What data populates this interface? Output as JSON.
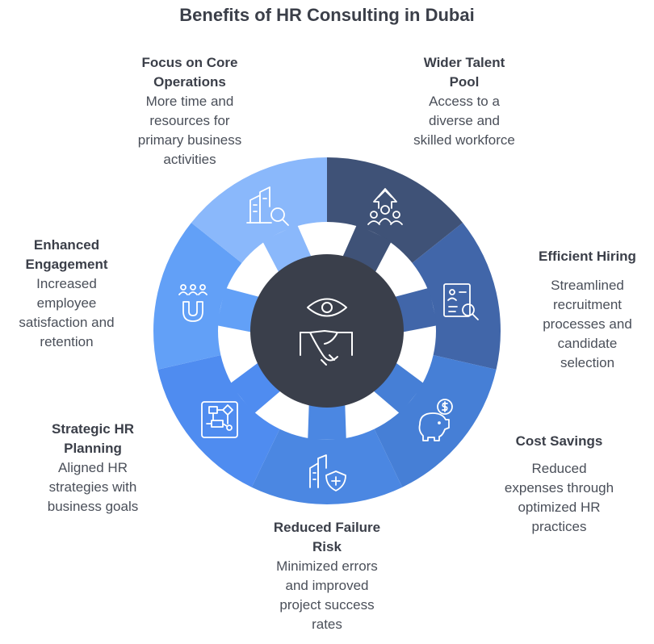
{
  "title": "Benefits of HR Consulting in Dubai",
  "center_icon": "handshake-eye-icon",
  "segments": [
    {
      "heading": "Wider Talent\nPool",
      "description": "Access to a\ndiverse and\nskilled workforce",
      "color": "#3f5277",
      "icon": "talent-pool-icon"
    },
    {
      "heading": "Efficient Hiring",
      "description": "Streamlined\nrecruitment\nprocesses and\ncandidate\nselection",
      "color": "#4166a9",
      "icon": "candidate-search-icon"
    },
    {
      "heading": "Cost Savings",
      "description": "Reduced\nexpenses through\noptimized HR\npractices",
      "color": "#467fd6",
      "icon": "piggy-bank-icon"
    },
    {
      "heading": "Reduced Failure\nRisk",
      "description": "Minimized errors\nand improved\nproject success\nrates",
      "color": "#4b87e2",
      "icon": "shield-building-icon"
    },
    {
      "heading": "Strategic HR\nPlanning",
      "description": "Aligned HR\nstrategies with\nbusiness goals",
      "color": "#4f8cf0",
      "icon": "flowchart-icon"
    },
    {
      "heading": "Enhanced\nEngagement",
      "description": "Increased\nemployee\nsatisfaction and\nretention",
      "color": "#62a0f7",
      "icon": "magnet-people-icon"
    },
    {
      "heading": "Focus on Core\nOperations",
      "description": "More time and\nresources for\nprimary business\nactivities",
      "color": "#8ab8fb",
      "icon": "building-search-icon"
    }
  ]
}
